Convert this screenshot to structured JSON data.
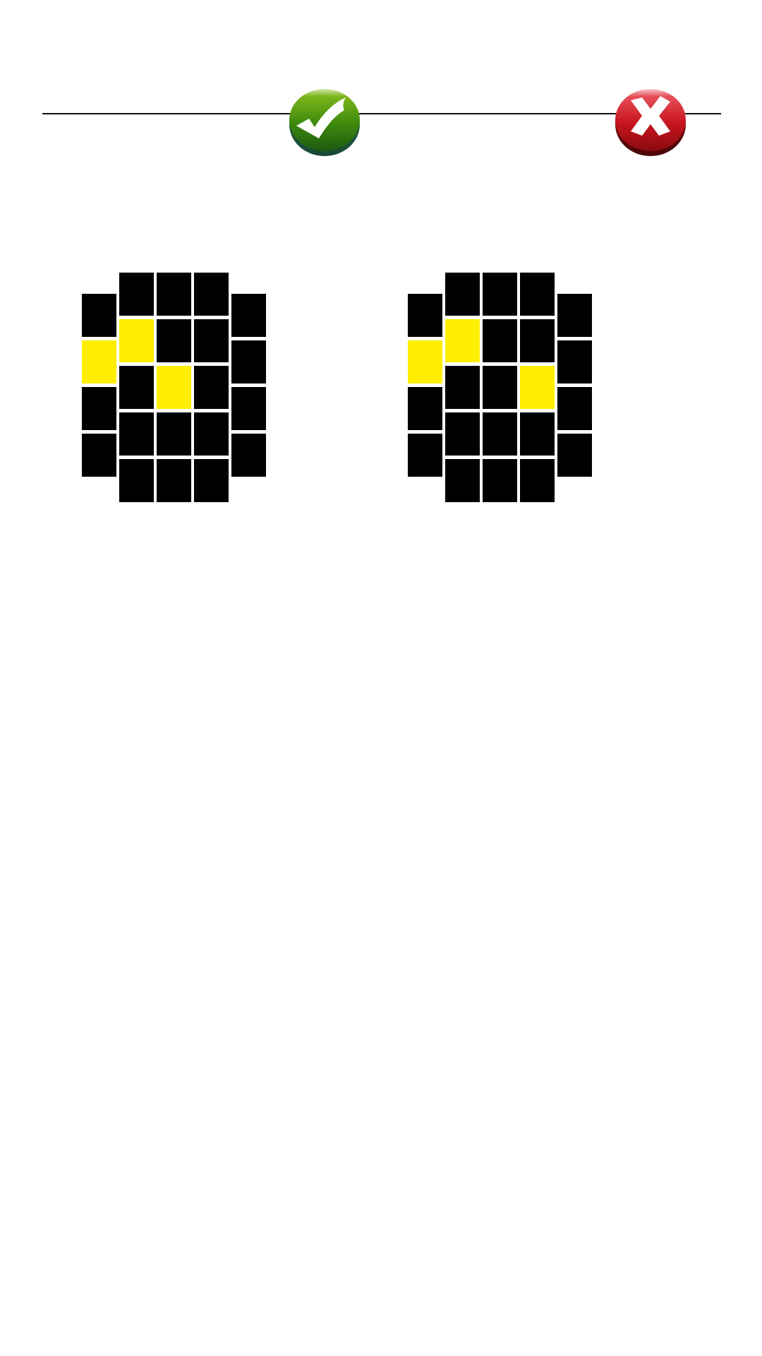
{
  "colors": {
    "cell_off": "#000000",
    "cell_on": "#ffee00",
    "background": "#ffffff",
    "divider": "#111111"
  },
  "examples": [
    {
      "name": "example-correct",
      "badge_icon": "green-checkmark-icon",
      "lit_cells": [
        [
          0,
          1
        ],
        [
          1,
          1
        ],
        [
          2,
          2
        ]
      ]
    },
    {
      "name": "example-incorrect",
      "badge_icon": "red-x-icon",
      "lit_cells": [
        [
          0,
          1
        ],
        [
          1,
          1
        ],
        [
          3,
          2
        ]
      ]
    }
  ],
  "board": {
    "columns": [
      {
        "rows": 4,
        "offset": "half"
      },
      {
        "rows": 5,
        "offset": "none"
      },
      {
        "rows": 5,
        "offset": "none"
      },
      {
        "rows": 5,
        "offset": "none"
      },
      {
        "rows": 4,
        "offset": "half"
      }
    ]
  }
}
